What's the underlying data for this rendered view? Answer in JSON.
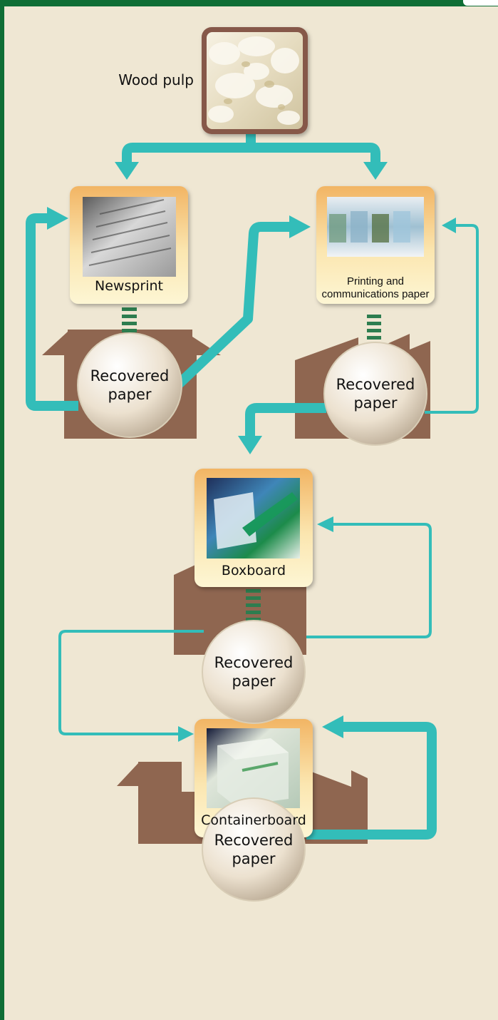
{
  "colors": {
    "background": "#efe7d3",
    "header": "#0f6e35",
    "arrow": "#33bdb9",
    "factory": "#8f6650",
    "stem": "#2d7d4f",
    "box_gradient_top": "#f2b564",
    "box_gradient_bottom": "#fdf6d4",
    "pulp_border": "#86584a"
  },
  "wood_pulp": {
    "label": "Wood pulp",
    "icon": "wood-pulp-photo"
  },
  "products": [
    {
      "id": "newsprint",
      "label": "Newsprint",
      "icon": "newspaper-photo"
    },
    {
      "id": "printing",
      "label": "Printing and communications paper",
      "label_line1": "Printing and",
      "label_line2": "communications paper",
      "icon": "brochures-photo"
    },
    {
      "id": "boxboard",
      "label": "Boxboard",
      "icon": "cereal-box-photo"
    },
    {
      "id": "containerboard",
      "label": "Containerboard",
      "icon": "shipping-box-photo"
    }
  ],
  "recovered": {
    "line1": "Recovered",
    "line2": "paper"
  }
}
